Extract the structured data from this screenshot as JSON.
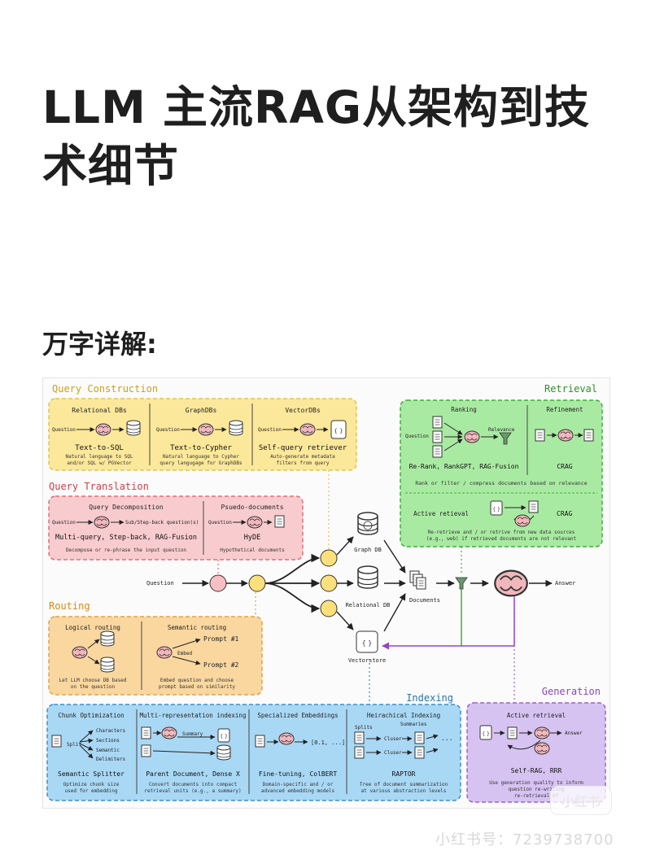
{
  "title": "LLM 主流RAG从架构到技术细节",
  "subtitle": "万字详解:",
  "diagram": {
    "query_construction": {
      "title": "Query Construction",
      "relational": {
        "header": "Relational DBs",
        "input": "Question",
        "name": "Text-to-SQL",
        "desc1": "Natural language to SQL",
        "desc2": "and/or SQL w/ PGVector"
      },
      "graph": {
        "header": "GraphDBs",
        "input": "Question",
        "name": "Text-to-Cypher",
        "desc1": "Natural language to Cypher",
        "desc2": "query langugage for GraphDBs"
      },
      "vector": {
        "header": "VectorDBs",
        "input": "Question",
        "name": "Self-query retriever",
        "desc1": "Auto-generate metadata",
        "desc2": "filters from query"
      }
    },
    "query_translation": {
      "title": "Query Translation",
      "decomposition": {
        "header": "Query Decomposition",
        "input": "Question",
        "arrow_label": "Sub/Step-back question(s)",
        "name": "Multi-query, Step-back, RAG-Fusion",
        "desc": "Decompose or re-phrase the input question"
      },
      "pseudo": {
        "header": "Psuedo-documents",
        "input": "Question",
        "name": "HyDE",
        "desc": "Hypothetical documents"
      }
    },
    "routing": {
      "title": "Routing",
      "logical": {
        "header": "Logical routing",
        "desc1": "Let LLM choose DB based",
        "desc2": "on the question"
      },
      "semantic": {
        "header": "Semantic routing",
        "prompt1": "Prompt #1",
        "embed": "Embed",
        "prompt2": "Prompt #2",
        "desc1": "Embed question and choose",
        "desc2": "prompt based on similarity"
      }
    },
    "retrieval": {
      "title": "Retrieval",
      "ranking": {
        "header": "Ranking",
        "input": "Question",
        "relevance": "Relevance",
        "name": "Re-Rank, RankGPT, RAG-Fusion"
      },
      "refinement": {
        "header": "Refinement",
        "name": "CRAG"
      },
      "rank_desc": "Rank or filter / compress documents based on relevance",
      "active": {
        "header": "Active retieval",
        "name": "CRAG",
        "desc1": "Re-retrieve and / or retrive from new data sources",
        "desc2": "(e.g., web) if retrieved documents are not relevant"
      }
    },
    "flow": {
      "question": "Question",
      "graph_db": "Graph DB",
      "relational_db": "Relational DB",
      "vectorstore": "Vectorstore",
      "documents": "Documents",
      "answer": "Answer"
    },
    "indexing": {
      "title": "Indexing",
      "chunk": {
        "header": "Chunk Optimization",
        "split": "Split",
        "characters": "Characters",
        "sections": "Sections",
        "semantic": "Semantic",
        "delimiters": "Delimiters",
        "name": "Semantic Splitter",
        "desc1": "Optimize chunk size",
        "desc2": "used for embedding"
      },
      "multi": {
        "header": "Multi-representation indexing",
        "summary": "Summary",
        "name": "Parent Document, Dense X",
        "desc1": "Convert documents into compact",
        "desc2": "retrieval units (e.g., a summary)"
      },
      "specialized": {
        "header": "Specialized Embeddings",
        "vector": "[0.1, ...]",
        "name": "Fine-tuning, ColBERT",
        "desc1": "Domain-specific and / or",
        "desc2": "advanced embedding models"
      },
      "hierarchical": {
        "header": "Heirachical Indexing",
        "splits": "Splits",
        "summaries": "Summaries",
        "cluster1": "Cluser",
        "cluster2": "Cluser",
        "ellipsis": "...",
        "name": "RAPTOR",
        "desc1": "Tree of document summarization",
        "desc2": "at various abstraction levels"
      }
    },
    "generation": {
      "title": "Generation",
      "header": "Active retrieval",
      "answer": "Answer",
      "name": "Self-RAG, RRR",
      "desc1": "Use generation quality to inform",
      "desc2": "question re-writing",
      "desc3": "re-retrieval of"
    }
  },
  "watermark": "小红书号：7239738700",
  "badge": "小红书",
  "colors": {
    "yellow_fill": "#fbe89a",
    "yellow_stroke": "#e2c64a",
    "pink_fill": "#f8cccf",
    "pink_stroke": "#e26f76",
    "orange_fill": "#f9d79f",
    "orange_stroke": "#e1a347",
    "green_fill": "#a9eaa2",
    "green_stroke": "#3fae3b",
    "blue_fill": "#a9d8f5",
    "blue_stroke": "#3f8fca",
    "purple_fill": "#d6c3f2",
    "purple_stroke": "#9a62d5",
    "node_yellow": "#fde07c",
    "node_pink": "#f7bfc3"
  }
}
